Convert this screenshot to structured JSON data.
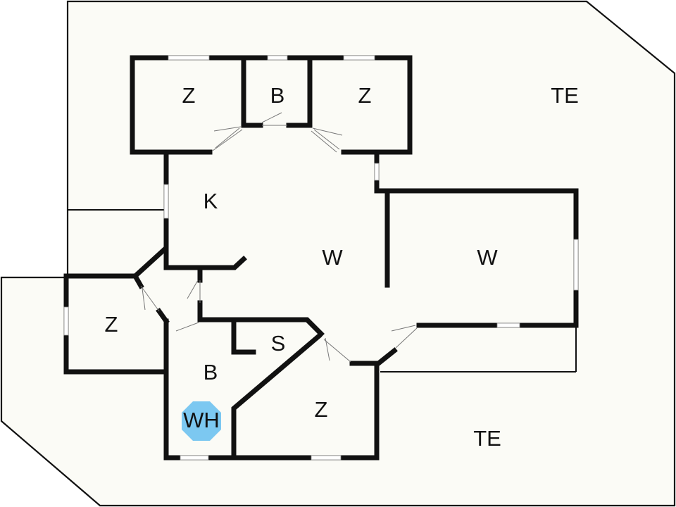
{
  "colors": {
    "background": "#ffffff",
    "lot_fill": "#fbfbf6",
    "wall": "#111111",
    "highlight": "#7cc8f1"
  },
  "labels": {
    "terrace_top": "TE",
    "terrace_bottom": "TE",
    "bedroom_top_left": "Z",
    "bath_top": "B",
    "bedroom_top_right": "Z",
    "kitchen": "K",
    "living_center": "W",
    "living_right": "W",
    "bedroom_left": "Z",
    "storage": "S",
    "bath_bottom": "B",
    "water_heater": "WH",
    "bedroom_bottom": "Z"
  }
}
